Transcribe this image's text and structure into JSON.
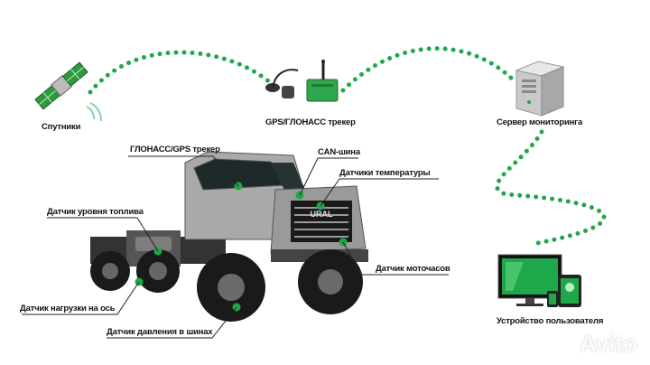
{
  "nodes": {
    "satellites": "Спутники",
    "tracker": "GPS/ГЛОНАСС трекер",
    "server": "Сервер мониторинга",
    "user_device": "Устройство пользователя"
  },
  "truck_labels": {
    "glonass_tracker": "ГЛОНАСС/GPS трекер",
    "can_bus": "CAN-шина",
    "temp_sensors": "Датчики температуры",
    "fuel_sensor": "Датчик уровня топлива",
    "hours_sensor": "Датчик моточасов",
    "axle_load_sensor": "Датчик нагрузки на ось",
    "tire_pressure_sensor": "Датчик давления в шинах"
  },
  "grille_text": "URAL",
  "watermark": "Avito",
  "colors": {
    "accent_green": "#1fa84a",
    "line": "#222222"
  }
}
